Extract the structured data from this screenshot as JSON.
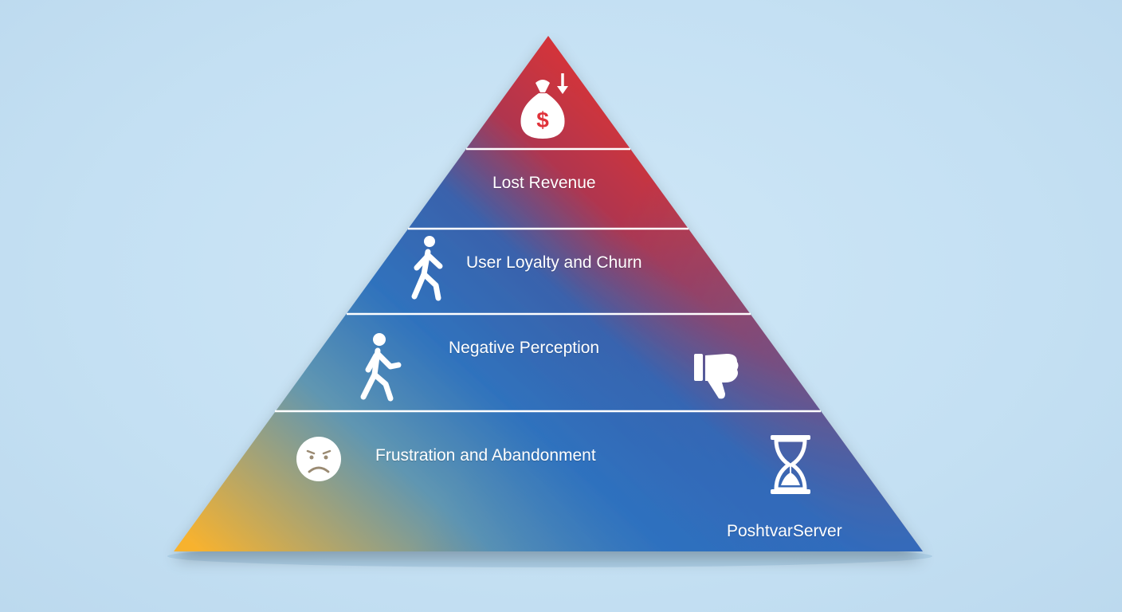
{
  "pyramid": {
    "tiers": [
      {
        "label": "Lost Revenue",
        "icon": "money-bag-down-icon"
      },
      {
        "label": "User Loyalty and Churn",
        "icon": "walking-person-icon"
      },
      {
        "label": "Negative Perception",
        "icon": "thumbs-down-icon"
      },
      {
        "label": "Frustration and Abandonment",
        "icon": "frown-face-icon"
      }
    ],
    "footer_label": "PoshtvarServer"
  },
  "colors": {
    "background": "#c7e2f4",
    "top": "#e0323a",
    "upper": "#c8354a",
    "middle": "#3f6db5",
    "lower_blue": "#2d74c0",
    "bottom_yellow": "#f6b132",
    "divider": "#ffffff"
  }
}
